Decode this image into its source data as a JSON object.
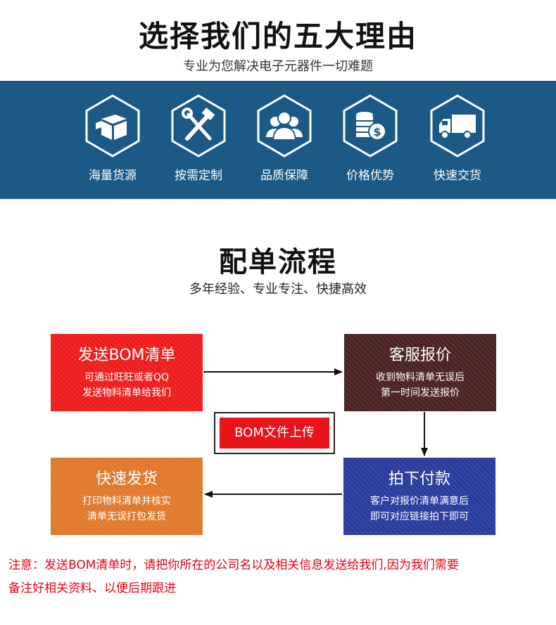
{
  "header": {
    "title": "选择我们的五大理由",
    "subtitle": "专业为您解决电子元器件一切难题"
  },
  "features": [
    {
      "label": "海量货源",
      "icon": "box-icon"
    },
    {
      "label": "按需定制",
      "icon": "tools-icon"
    },
    {
      "label": "品质保障",
      "icon": "people-icon"
    },
    {
      "label": "价格优势",
      "icon": "coins-icon"
    },
    {
      "label": "快速交货",
      "icon": "truck-icon"
    }
  ],
  "process": {
    "title": "配单流程",
    "subtitle": "多年经验、专业专注、快捷高效",
    "steps": [
      {
        "title": "发送BOM清单",
        "lines": [
          "可通过旺旺或者QQ",
          "发送物料清单给我们"
        ],
        "color": "#ee1c1c"
      },
      {
        "title": "客服报价",
        "lines": [
          "收到物料清单无误后",
          "第一时间发送报价"
        ],
        "color": "#4a2222"
      },
      {
        "title": "快速发货",
        "lines": [
          "打印物料清单并核实",
          "清单无误打包发货"
        ],
        "color": "#e0782a"
      },
      {
        "title": "拍下付款",
        "lines": [
          "客户对报价清单满意后",
          "即可对应链接拍下即可"
        ],
        "color": "#2a3a9c"
      }
    ],
    "upload_label": "BOM文件上传"
  },
  "note": {
    "line1": "注意：发送BOM清单时，请把你所在的公司名以及相关信息发送给我们,因为我们需要",
    "line2": "备注好相关资料、以便后期跟进"
  },
  "colors": {
    "band": "#1b5a86",
    "note": "#e60012",
    "accent": "#e8141a"
  }
}
